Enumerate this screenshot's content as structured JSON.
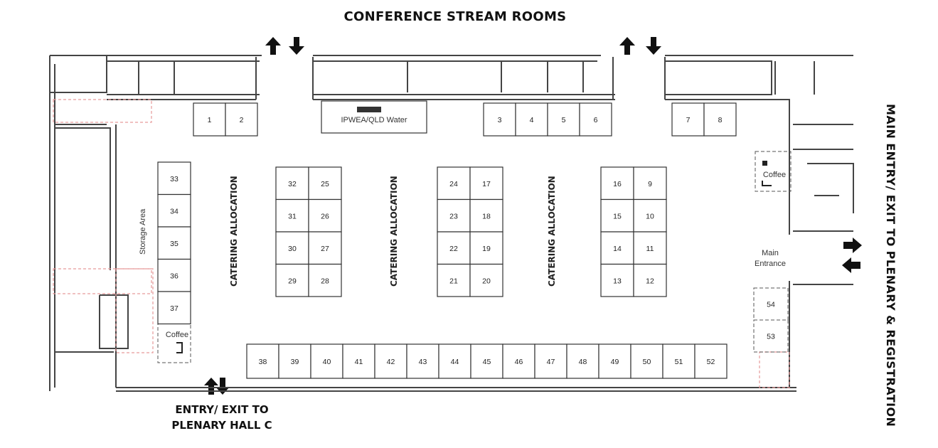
{
  "headers": {
    "top": "CONFERENCE STREAM ROOMS",
    "side": "MAIN ENTRY/ EXIT TO PLENARY & REGISTRATION",
    "bottom_line1": "ENTRY/ EXIT TO",
    "bottom_line2": "PLENARY HALL C"
  },
  "labels": {
    "sponsor": "IPWEA/QLD Water",
    "storage": "Storage Area",
    "catering": "CATERING ALLOCATION",
    "coffee": "Coffee",
    "main_entrance_line1": "Main",
    "main_entrance_line2": "Entrance"
  },
  "booths": {
    "top_row": [
      "1",
      "2",
      "3",
      "4",
      "5",
      "6",
      "7",
      "8"
    ],
    "left_column": [
      "33",
      "34",
      "35",
      "36",
      "37"
    ],
    "island_a": [
      "32",
      "25",
      "31",
      "26",
      "30",
      "27",
      "29",
      "28"
    ],
    "island_b": [
      "24",
      "17",
      "23",
      "18",
      "22",
      "19",
      "21",
      "20"
    ],
    "island_c": [
      "16",
      "9",
      "15",
      "10",
      "14",
      "11",
      "13",
      "12"
    ],
    "bottom_row": [
      "38",
      "39",
      "40",
      "41",
      "42",
      "43",
      "44",
      "45",
      "46",
      "47",
      "48",
      "49",
      "50",
      "51",
      "52"
    ],
    "right_column": [
      "54",
      "53"
    ]
  },
  "colors": {
    "wall": "#444444",
    "booth_outline": "#333333",
    "fire_path": "#e69a9a",
    "text": "#111111"
  }
}
